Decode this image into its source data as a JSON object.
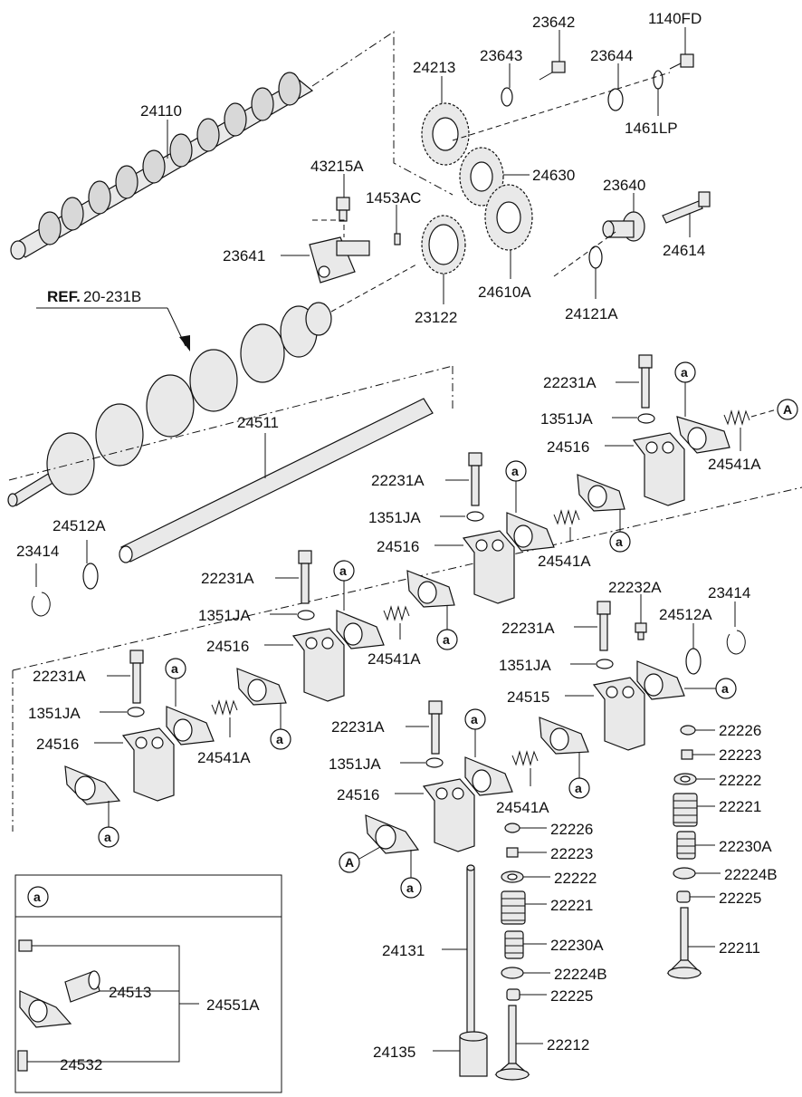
{
  "reference": {
    "prefix": "REF.",
    "code": "20-231B"
  },
  "callout_letters": {
    "small": "a",
    "big": "A"
  },
  "parts": {
    "p24110": "24110",
    "p24213": "24213",
    "p23643": "23643",
    "p23642": "23642",
    "p23644": "23644",
    "p1140FD": "1140FD",
    "p1461LP": "1461LP",
    "p43215A": "43215A",
    "p1453AC": "1453AC",
    "p24630": "24630",
    "p23640": "23640",
    "p23641": "23641",
    "p24614": "24614",
    "p24610A": "24610A",
    "p23122": "23122",
    "p24121A": "24121A",
    "p24511": "24511",
    "p24512A_l": "24512A",
    "p23414_l": "23414",
    "p22231A_1": "22231A",
    "p1351JA_1": "1351JA",
    "p24516_1": "24516",
    "p24541A_1": "24541A",
    "p22231A_2": "22231A",
    "p1351JA_2": "1351JA",
    "p24516_2": "24516",
    "p24541A_2": "24541A",
    "p22231A_3": "22231A",
    "p1351JA_3": "1351JA",
    "p24516_3": "24516",
    "p24541A_3": "24541A",
    "p22231A_4": "22231A",
    "p1351JA_4": "1351JA",
    "p24516_4": "24516",
    "p24541A_4": "24541A",
    "p22231A_5": "22231A",
    "p1351JA_5": "1351JA",
    "p24516_5": "24516",
    "p24541A_5": "24541A",
    "p22232A": "22232A",
    "p23414_r": "23414",
    "p24512A_r": "24512A",
    "p22231A_6": "22231A",
    "p1351JA_6": "1351JA",
    "p24515": "24515",
    "p22226_r": "22226",
    "p22223_r": "22223",
    "p22222_r": "22222",
    "p22221_r": "22221",
    "p22230A_r": "22230A",
    "p22224B_r": "22224B",
    "p22225_r": "22225",
    "p22211": "22211",
    "p22226_c": "22226",
    "p22223_c": "22223",
    "p22222_c": "22222",
    "p22221_c": "22221",
    "p22230A_c": "22230A",
    "p22224B_c": "22224B",
    "p22225_c": "22225",
    "p22212": "22212",
    "p24131": "24131",
    "p24135": "24135",
    "p24513": "24513",
    "p24551A": "24551A",
    "p24532": "24532"
  }
}
